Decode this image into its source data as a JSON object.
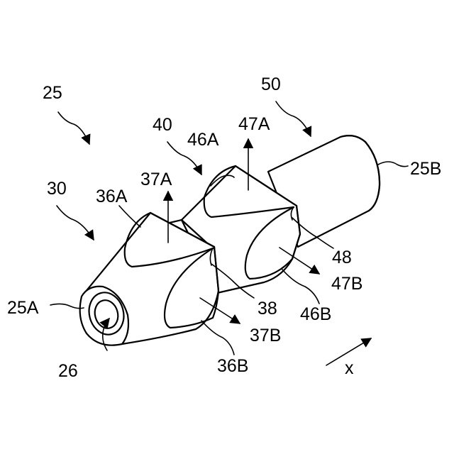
{
  "labels": {
    "l25": "25",
    "l50": "50",
    "l40": "40",
    "l46A": "46A",
    "l47A": "47A",
    "l25B": "25B",
    "l30": "30",
    "l36A": "36A",
    "l37A": "37A",
    "l48": "48",
    "l47B": "47B",
    "l38": "38",
    "l46B": "46B",
    "l25A": "25A",
    "l37B": "37B",
    "l26": "26",
    "l36B": "36B",
    "lx": "x"
  }
}
